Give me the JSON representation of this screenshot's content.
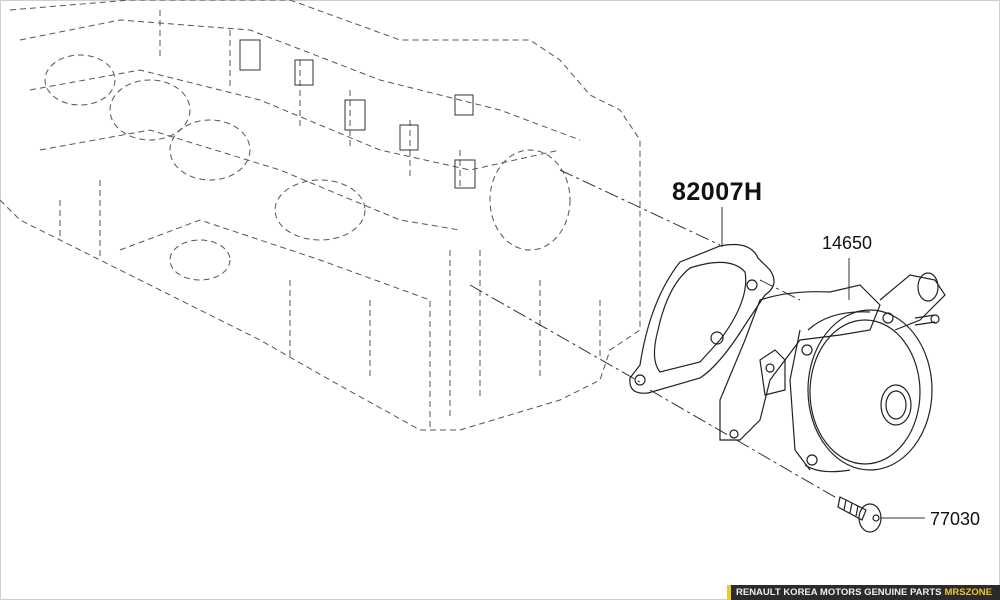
{
  "parts": [
    {
      "number": "82007H",
      "emphasis": true
    },
    {
      "number": "14650",
      "emphasis": false
    },
    {
      "number": "77030",
      "emphasis": false
    }
  ],
  "footer": {
    "text": "RENAULT KOREA MOTORS GENUINE PARTS",
    "brand": "MRSZONE",
    "accent": "#f2c531"
  }
}
